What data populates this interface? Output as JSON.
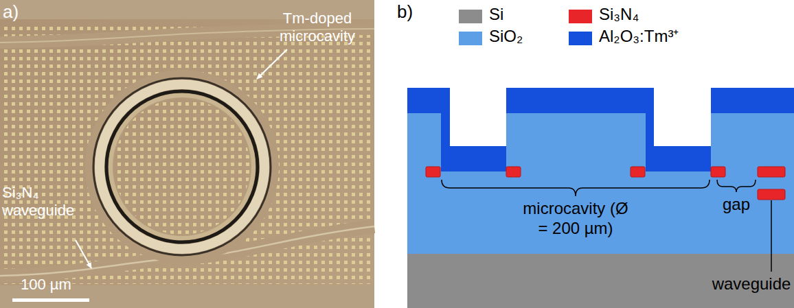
{
  "diagram": {
    "labels": [
      "a)",
      "Tm-doped microcavity",
      "Si₃N₄ waveguide",
      "100 µm",
      "b)",
      "microcavity (Ø = 200 µm)",
      "gap",
      "waveguide"
    ],
    "legend": [
      {
        "text": "Si",
        "color": "#8c8c8c"
      },
      {
        "text": "Si₃N₄",
        "color": "#e8262a"
      },
      {
        "text": "SiO₂",
        "color": "#5d9fe6"
      },
      {
        "text": "Al₂O₃:Tm³⁺",
        "color": "#1450dc"
      }
    ]
  }
}
